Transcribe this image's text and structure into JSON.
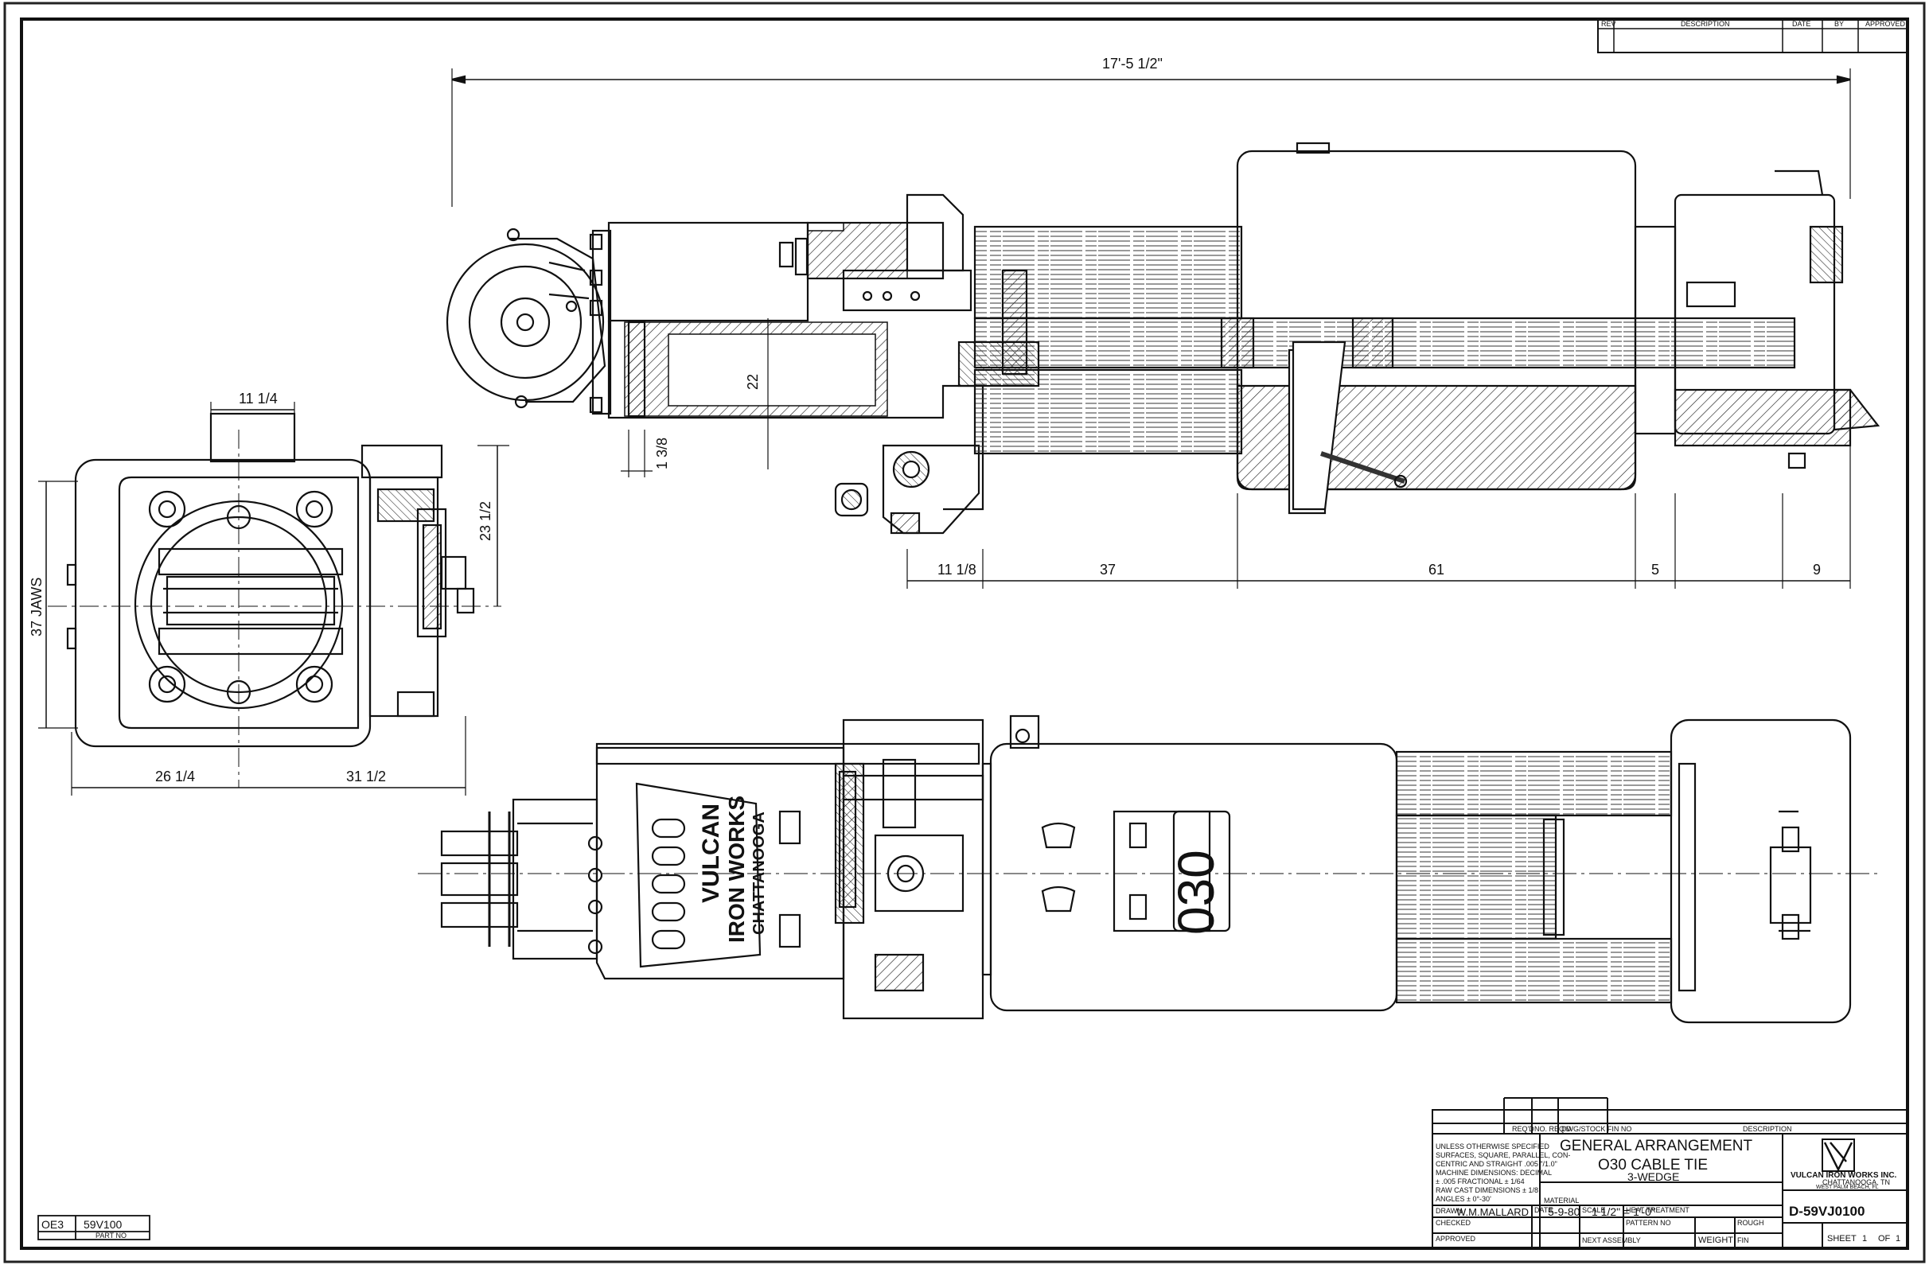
{
  "revision_block": {
    "headers": [
      "REV",
      "DESCRIPTION",
      "DATE",
      "BY",
      "APPROVED"
    ]
  },
  "dimensions": {
    "overall_length": "17'-5 1/2\"",
    "head_width": "11 1/4",
    "end_height": "23 1/2",
    "jaws": "37 JAWS",
    "left_width": "26 1/4",
    "right_width": "31 1/2",
    "bore": "22",
    "offset": "1 3/8",
    "seg1": "11 1/8",
    "seg2": "37",
    "seg3": "61",
    "seg4": "5",
    "seg5": "9"
  },
  "plan_view": {
    "maker_line1": "VULCAN",
    "maker_line2": "IRON WORKS",
    "maker_line3": "CHATTANOOGA",
    "model_plate": "030"
  },
  "title_block": {
    "parts_headers": [
      "REQ'D",
      "NO. REQ'D",
      "DWG/STOCK FIN NO",
      "DESCRIPTION"
    ],
    "notes": [
      "UNLESS OTHERWISE SPECIFIED",
      "SURFACES, SQUARE, PARALLEL, CON-",
      "CENTRIC AND STRAIGHT .005 \"/1.0\"",
      "MACHINE DIMENSIONS: DECIMAL",
      "± .005  FRACTIONAL ± 1/64",
      "RAW CAST DIMENSIONS ± 1/8",
      "ANGLES ± 0°-30'"
    ],
    "title_line1": "GENERAL ARRANGEMENT",
    "title_line2": "O30 CABLE TIE",
    "title_line3": "3-WEDGE",
    "company_name": "VULCAN IRON WORKS INC.",
    "company_city1": "CHATTANOOGA, TN",
    "company_city2": "WEST PALM BEACH, FL",
    "drawn_label": "DRAWN",
    "drawn_by": "W.M.MALLARD",
    "checked_label": "CHECKED",
    "approved_label": "APPROVED",
    "material_label": "MATERIAL",
    "date_label": "DATE",
    "date_value": "5-9-80",
    "scale_label": "SCALE",
    "scale_value": "1 1/2\" = 1'-0\"",
    "pattern_label": "PATTERN NO",
    "heat_label": "HEAT TREATMENT",
    "next_assembly_label": "NEXT ASSEMBLY",
    "weight_label": "WEIGHT",
    "rough_label": "ROUGH",
    "fin_label": "FIN",
    "drawing_number": "D-59VJ0100",
    "sheet_label": "SHEET",
    "sheet_number": "1",
    "of_label": "OF",
    "sheet_total": "1"
  },
  "bottom_left_stamp": {
    "code": "OE3",
    "number": "59V100",
    "caption": "PART NO"
  }
}
